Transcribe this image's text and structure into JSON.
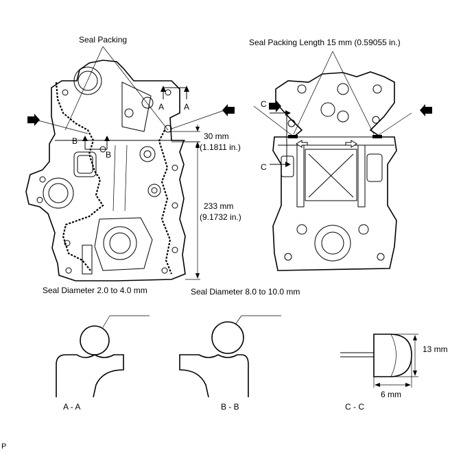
{
  "labels": {
    "seal_packing": "Seal Packing",
    "seal_packing_length": "Seal Packing Length 15 mm (0.59055 in.)",
    "seal_diameter_left": "Seal Diameter  2.0 to 4.0 mm",
    "seal_diameter_right": "Seal Diameter  8.0 to 10.0 mm",
    "dim_30_mm": "30 mm",
    "dim_30_in": "(1.1811 in.)",
    "dim_233_mm": "233 mm",
    "dim_233_in": "(9.1732 in.)",
    "dim_13_mm": "13 mm",
    "dim_6_mm": "6 mm",
    "section_a_letter": "A",
    "section_b_letter": "B",
    "section_c_letter": "C",
    "section_aa": "A - A",
    "section_bb": "B - B",
    "section_cc": "C - C",
    "corner_code": "P"
  }
}
